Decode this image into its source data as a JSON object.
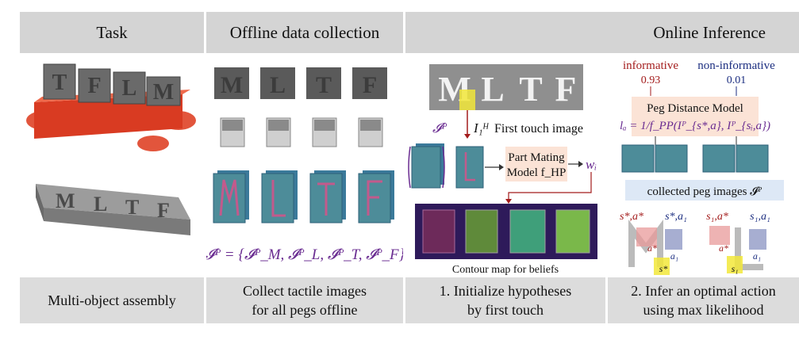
{
  "columns": [
    {
      "header": "Task",
      "footer": "Multi-object assembly"
    },
    {
      "header": "Offline data collection",
      "footer": "Collect tactile images\nfor all pegs offline"
    },
    {
      "header": "Online Inference",
      "footer": "1. Initialize hypotheses\nby first touch"
    },
    {
      "header": "",
      "footer": "2. Infer an optimal action\nusing max likelihood"
    }
  ],
  "task": {
    "letters_top": [
      "T",
      "F",
      "L",
      "M"
    ],
    "letters_bottom": [
      "M",
      "L",
      "T",
      "F"
    ]
  },
  "offline": {
    "peg_letters": [
      "M",
      "L",
      "T",
      "F"
    ],
    "formula": "𝓘ᴾ = {𝓘ᴾ_M, 𝓘ᴾ_L, 𝓘ᴾ_T, 𝓘ᴾ_F}"
  },
  "init": {
    "board_letters": [
      "M",
      "L",
      "T",
      "F"
    ],
    "first_touch_label": "First touch image",
    "ip_label": "𝓘ᴾ",
    "i1h_label": "I₁ᴴ",
    "model_line1": "Part Mating",
    "model_line2": "Model f_HP",
    "weight_label": "wᵢ",
    "contour_label": "Contour map for beliefs"
  },
  "infer": {
    "informative_label": "informative",
    "informative_value": "0.93",
    "non_informative_label": "non-informative",
    "non_informative_value": "0.01",
    "model_title": "Peg Distance Model",
    "model_formula": "lₐ = 1/f_PP(Iᴾ_{s*,a}, Iᴾ_{sᵢ,a})",
    "collected_label": "collected peg images 𝓘ᴾ",
    "state_left_a": "s*,a*",
    "state_left_b": "s*,a₁",
    "state_right_a": "s₁,a*",
    "state_right_b": "s₁,a₁",
    "action_a_star": "a*",
    "action_a1": "a₁",
    "s_star": "s*",
    "s_1": "s₁"
  },
  "colors": {
    "header_bg": "#d4d4d4",
    "footer_bg": "#dcdcdc",
    "informative": "#a31c1c",
    "non_informative": "#1c2e80",
    "model_box": "#fbe3d6",
    "collected_box": "#dde8f6",
    "purple": "#6a2c91"
  }
}
